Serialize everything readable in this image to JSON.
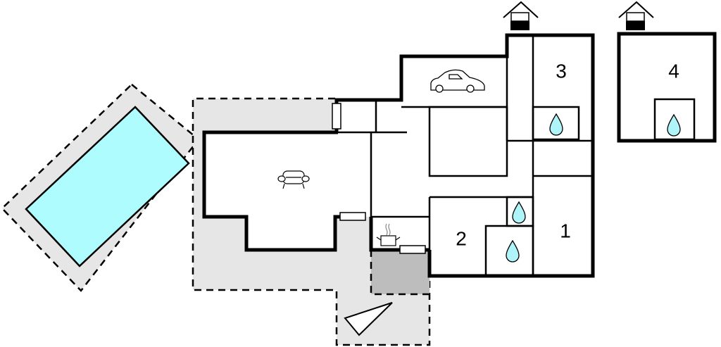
{
  "plan": {
    "rooms": [
      {
        "label": "1"
      },
      {
        "label": "2"
      },
      {
        "label": "3"
      },
      {
        "label": "4"
      }
    ],
    "colors": {
      "pool": "#aefcfd",
      "terrace": "#e6e6e6",
      "covered_terrace": "#bdbdbd",
      "water_drop": "#aef4f8",
      "wall": "#000000"
    },
    "icons": [
      "pool",
      "sofa-icon",
      "car-icon",
      "kitchen-pot-icon",
      "water-drop-icon",
      "well-icon",
      "compass-triangle-icon",
      "window"
    ]
  }
}
